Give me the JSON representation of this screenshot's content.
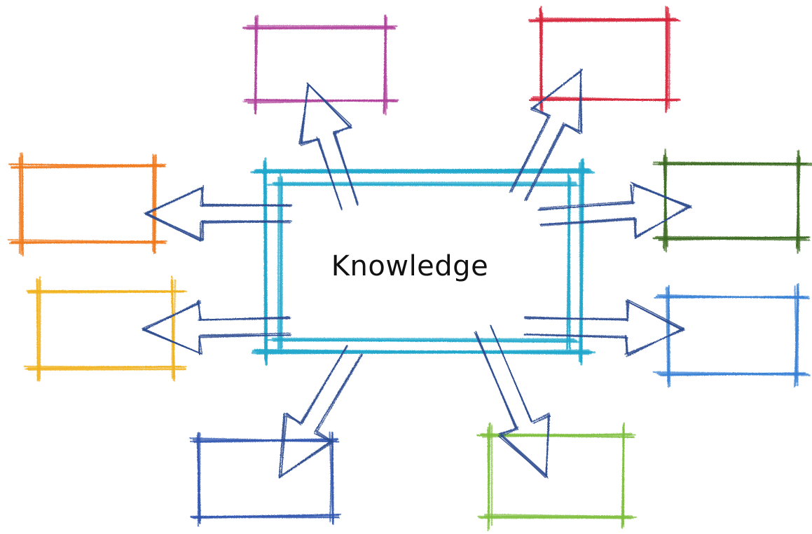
{
  "center": {
    "label": "Knowledge",
    "color": "#22a9cc"
  },
  "arrow_color": "#2b4a8f",
  "nodes": [
    {
      "id": "top-left",
      "color": "#b0439c"
    },
    {
      "id": "top-right",
      "color": "#d6253b"
    },
    {
      "id": "mid-left",
      "color": "#f07a1e"
    },
    {
      "id": "mid-right",
      "color": "#3c6a21"
    },
    {
      "id": "lower-left",
      "color": "#f0b21d"
    },
    {
      "id": "lower-right",
      "color": "#3a82d6"
    },
    {
      "id": "bottom-left",
      "color": "#3358b0"
    },
    {
      "id": "bottom-right",
      "color": "#7fbf3f"
    }
  ]
}
